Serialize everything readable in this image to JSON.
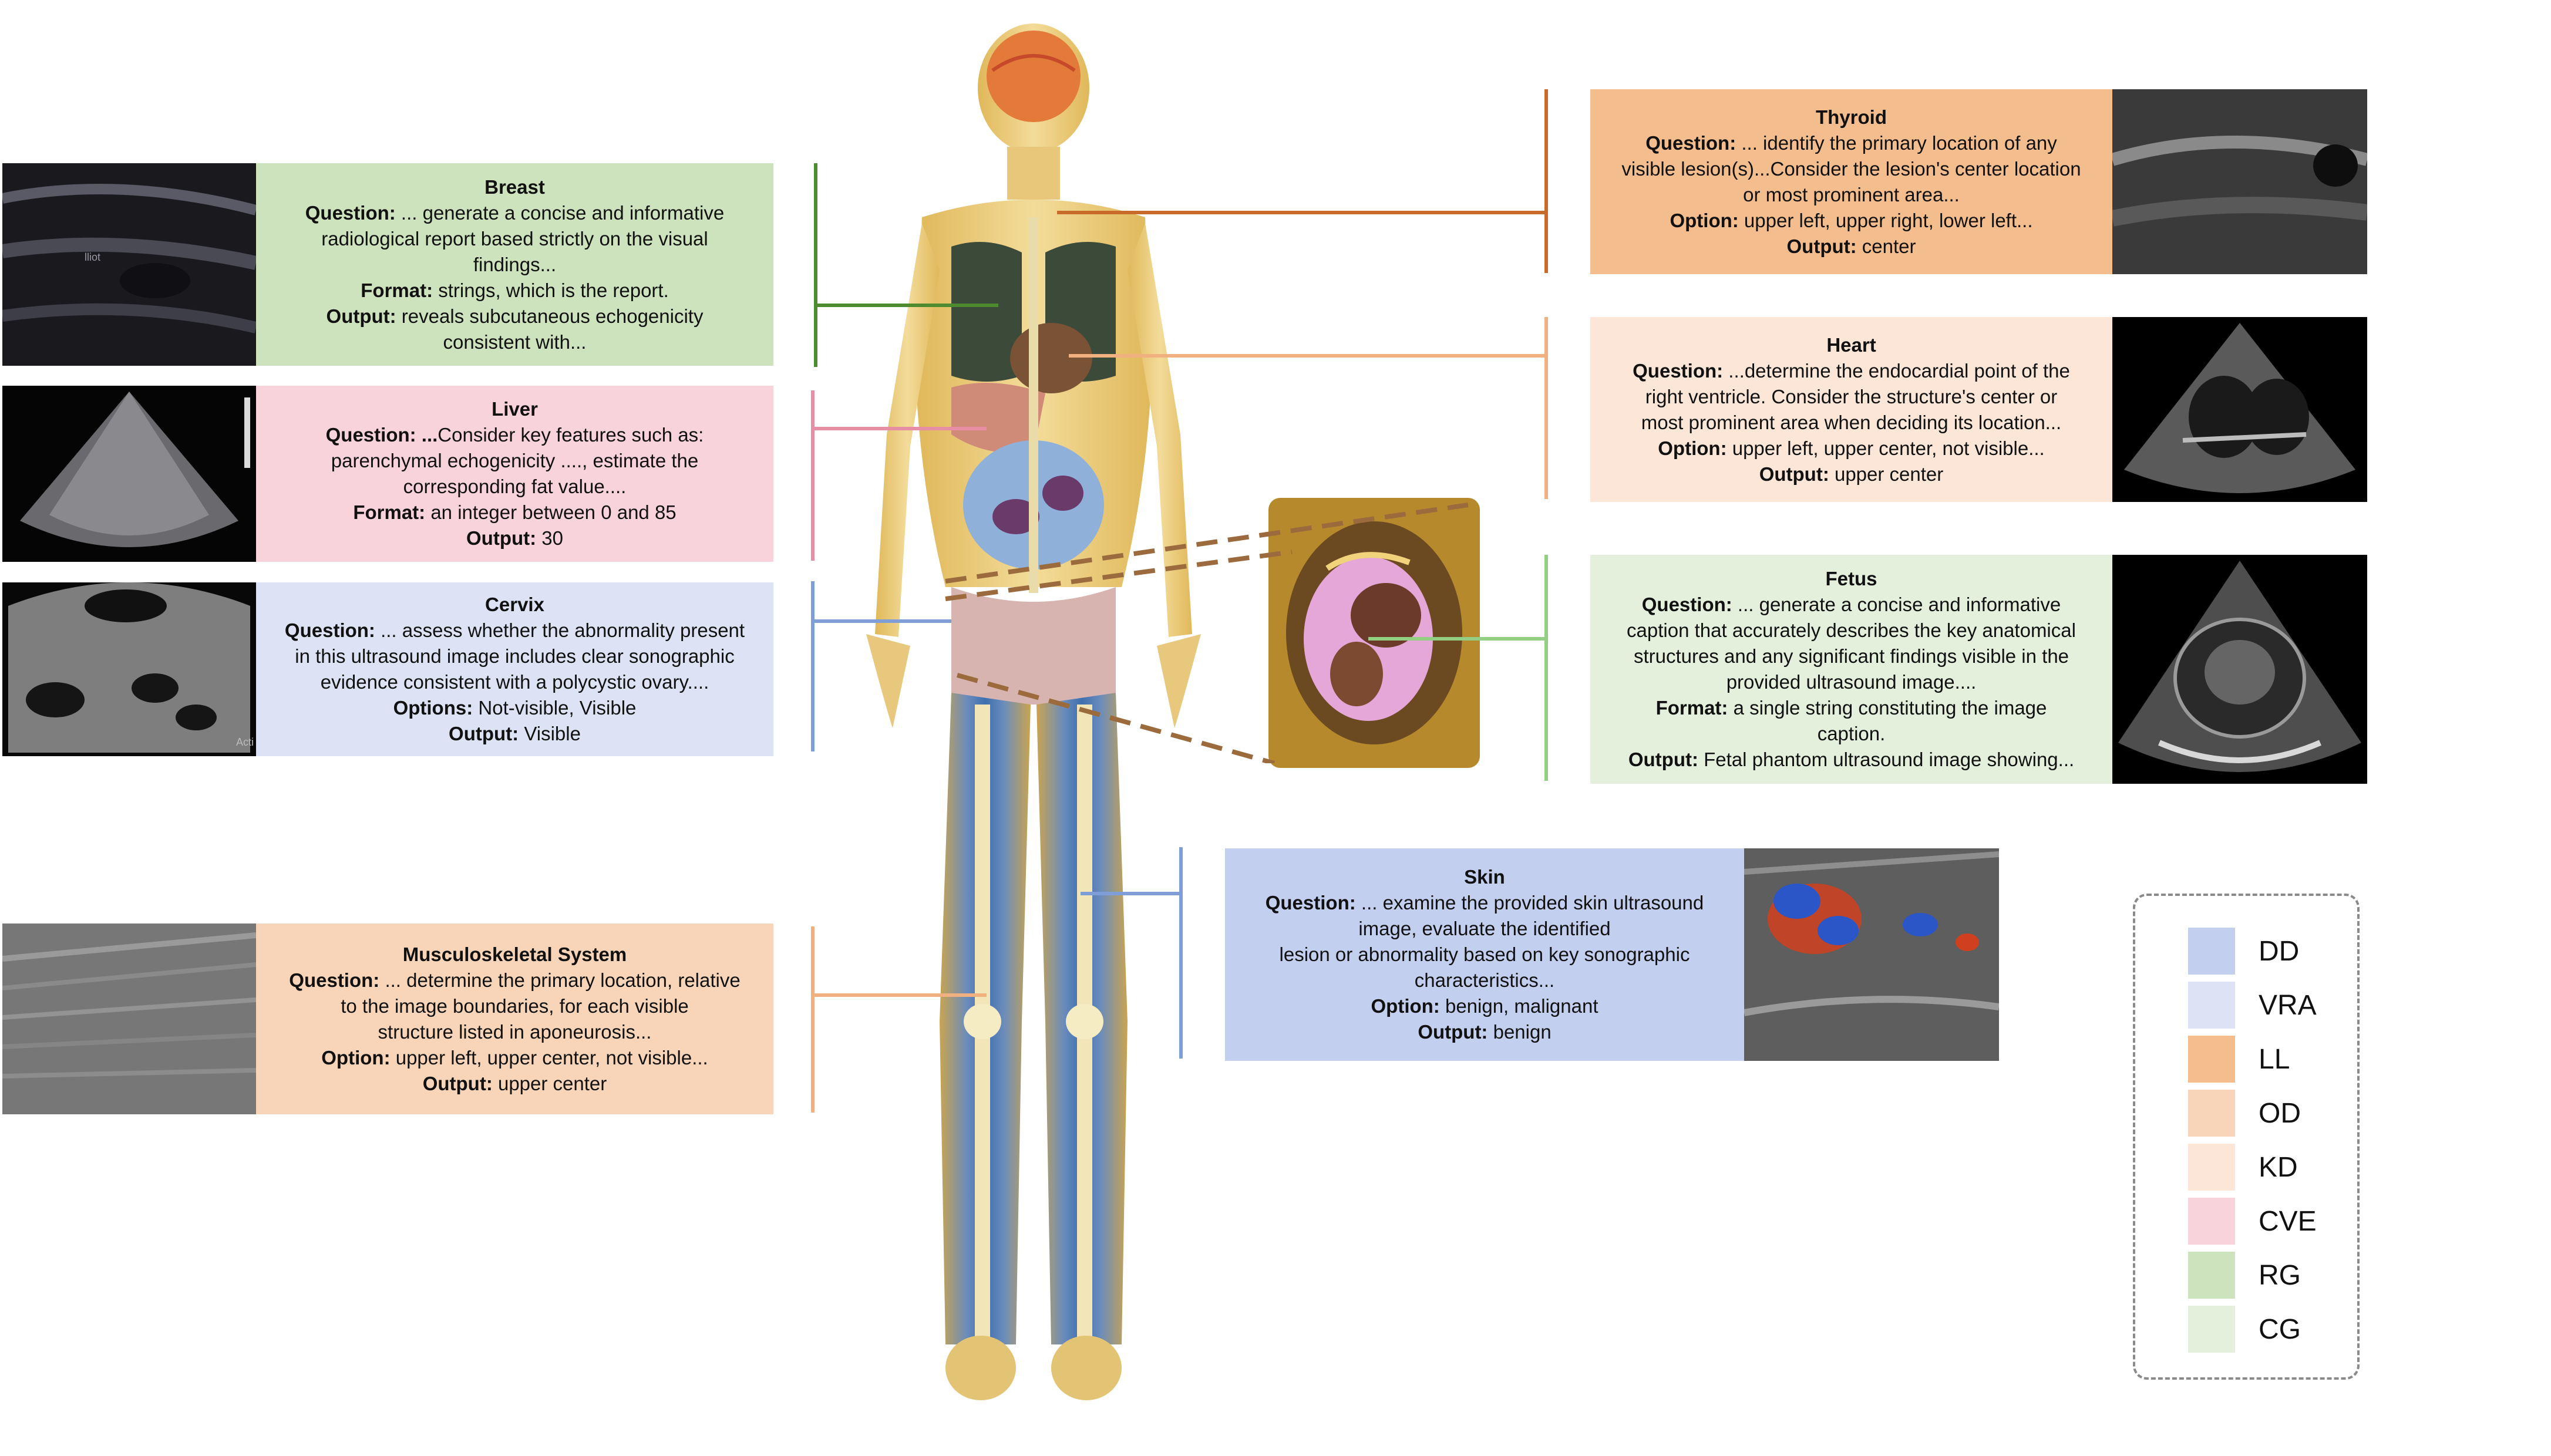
{
  "cards": {
    "breast": {
      "title": "Breast",
      "lines": [
        {
          "k": "Question:",
          "t": " ... generate a concise and informative"
        },
        {
          "k": "",
          "t": "radiological report based strictly on the visual"
        },
        {
          "k": "",
          "t": "findings..."
        },
        {
          "k": "Format:",
          "t": " strings, which is the report."
        },
        {
          "k": "Output:",
          "t": " reveals subcutaneous echogenicity"
        },
        {
          "k": "",
          "t": "consistent with..."
        }
      ]
    },
    "liver": {
      "title": "Liver",
      "lines": [
        {
          "k": "Question: ...",
          "t": "Consider key features such as:"
        },
        {
          "k": "",
          "t": "parenchymal echogenicity ...., estimate the"
        },
        {
          "k": "",
          "t": "corresponding fat value...."
        },
        {
          "k": "Format:",
          "t": " an integer between 0 and 85"
        },
        {
          "k": "Output:",
          "t": " 30"
        }
      ]
    },
    "cervix": {
      "title": "Cervix",
      "lines": [
        {
          "k": "Question:",
          "t": " ... assess whether the abnormality present"
        },
        {
          "k": "",
          "t": "in this ultrasound image includes clear sonographic"
        },
        {
          "k": "",
          "t": "evidence consistent with a polycystic ovary...."
        },
        {
          "k": "Options:",
          "t": " Not-visible, Visible"
        },
        {
          "k": "Output:",
          "t": " Visible"
        }
      ]
    },
    "msk": {
      "title": "Musculoskeletal System",
      "lines": [
        {
          "k": "Question:",
          "t": " ... determine the primary location, relative"
        },
        {
          "k": "",
          "t": "to the image boundaries, for each visible"
        },
        {
          "k": "",
          "t": "structure listed in aponeurosis..."
        },
        {
          "k": "Option:",
          "t": " upper left, upper center, not visible..."
        },
        {
          "k": "Output:",
          "t": " upper center"
        }
      ]
    },
    "thyroid": {
      "title": "Thyroid",
      "lines": [
        {
          "k": "Question:",
          "t": " ... identify the primary location of any"
        },
        {
          "k": "",
          "t": "visible lesion(s)...Consider the lesion's center location"
        },
        {
          "k": "",
          "t": "or most prominent area..."
        },
        {
          "k": "Option:",
          "t": " upper left, upper right, lower left..."
        },
        {
          "k": "Output:",
          "t": " center"
        }
      ]
    },
    "heart": {
      "title": "Heart",
      "lines": [
        {
          "k": "Question:",
          "t": " ...determine the endocardial point of the"
        },
        {
          "k": "",
          "t": "right ventricle. Consider the structure's center or"
        },
        {
          "k": "",
          "t": "most prominent area when deciding its location..."
        },
        {
          "k": "Option:",
          "t": " upper left, upper center, not visible..."
        },
        {
          "k": "Output:",
          "t": " upper center"
        }
      ]
    },
    "fetus": {
      "title": "Fetus",
      "lines": [
        {
          "k": "Question:",
          "t": " ... generate a concise and informative"
        },
        {
          "k": "",
          "t": "caption that accurately describes the key anatomical"
        },
        {
          "k": "",
          "t": "structures and any significant findings visible in the"
        },
        {
          "k": "",
          "t": "provided ultrasound image...."
        },
        {
          "k": "Format:",
          "t": " a single string constituting the image"
        },
        {
          "k": "",
          "t": "caption."
        },
        {
          "k": "Output:",
          "t": " Fetal phantom ultrasound image showing..."
        }
      ]
    },
    "skin": {
      "title": "Skin",
      "lines": [
        {
          "k": "Question:",
          "t": " ... examine the provided skin ultrasound"
        },
        {
          "k": "",
          "t": "image, evaluate the identified"
        },
        {
          "k": "",
          "t": "lesion or abnormality based on key sonographic"
        },
        {
          "k": "",
          "t": "characteristics..."
        },
        {
          "k": "Option:",
          "t": " benign, malignant"
        },
        {
          "k": "Output:",
          "t": " benign"
        }
      ]
    }
  },
  "legend": [
    {
      "label": "DD",
      "color": "#c3cfee"
    },
    {
      "label": "VRA",
      "color": "#dde3f4"
    },
    {
      "label": "LL",
      "color": "#f4bd8e"
    },
    {
      "label": "OD",
      "color": "#f8d5b8"
    },
    {
      "label": "KD",
      "color": "#fbe6d8"
    },
    {
      "label": "CVE",
      "color": "#f8d3dc"
    },
    {
      "label": "RG",
      "color": "#cce3bd"
    },
    {
      "label": "CG",
      "color": "#e5f0dc"
    }
  ],
  "thumb_labels": {
    "breast": "lliot",
    "cervix": "Acti"
  },
  "colors": {
    "breast": "#cce3bd",
    "liver": "#f8d3dc",
    "cervix": "#dde3f4",
    "msk": "#f8d5b8",
    "thyroid": "#f4bd8e",
    "heart": "#fbe6d8",
    "fetus": "#e5f0dc",
    "skin": "#c3cfee",
    "connector_green": "#4e8a2e",
    "connector_pink": "#e58ea4",
    "connector_blue": "#7f9dd6",
    "connector_orange": "#f0b080",
    "connector_thyroid": "#c86a2a",
    "connector_fetus": "#93cf83"
  }
}
